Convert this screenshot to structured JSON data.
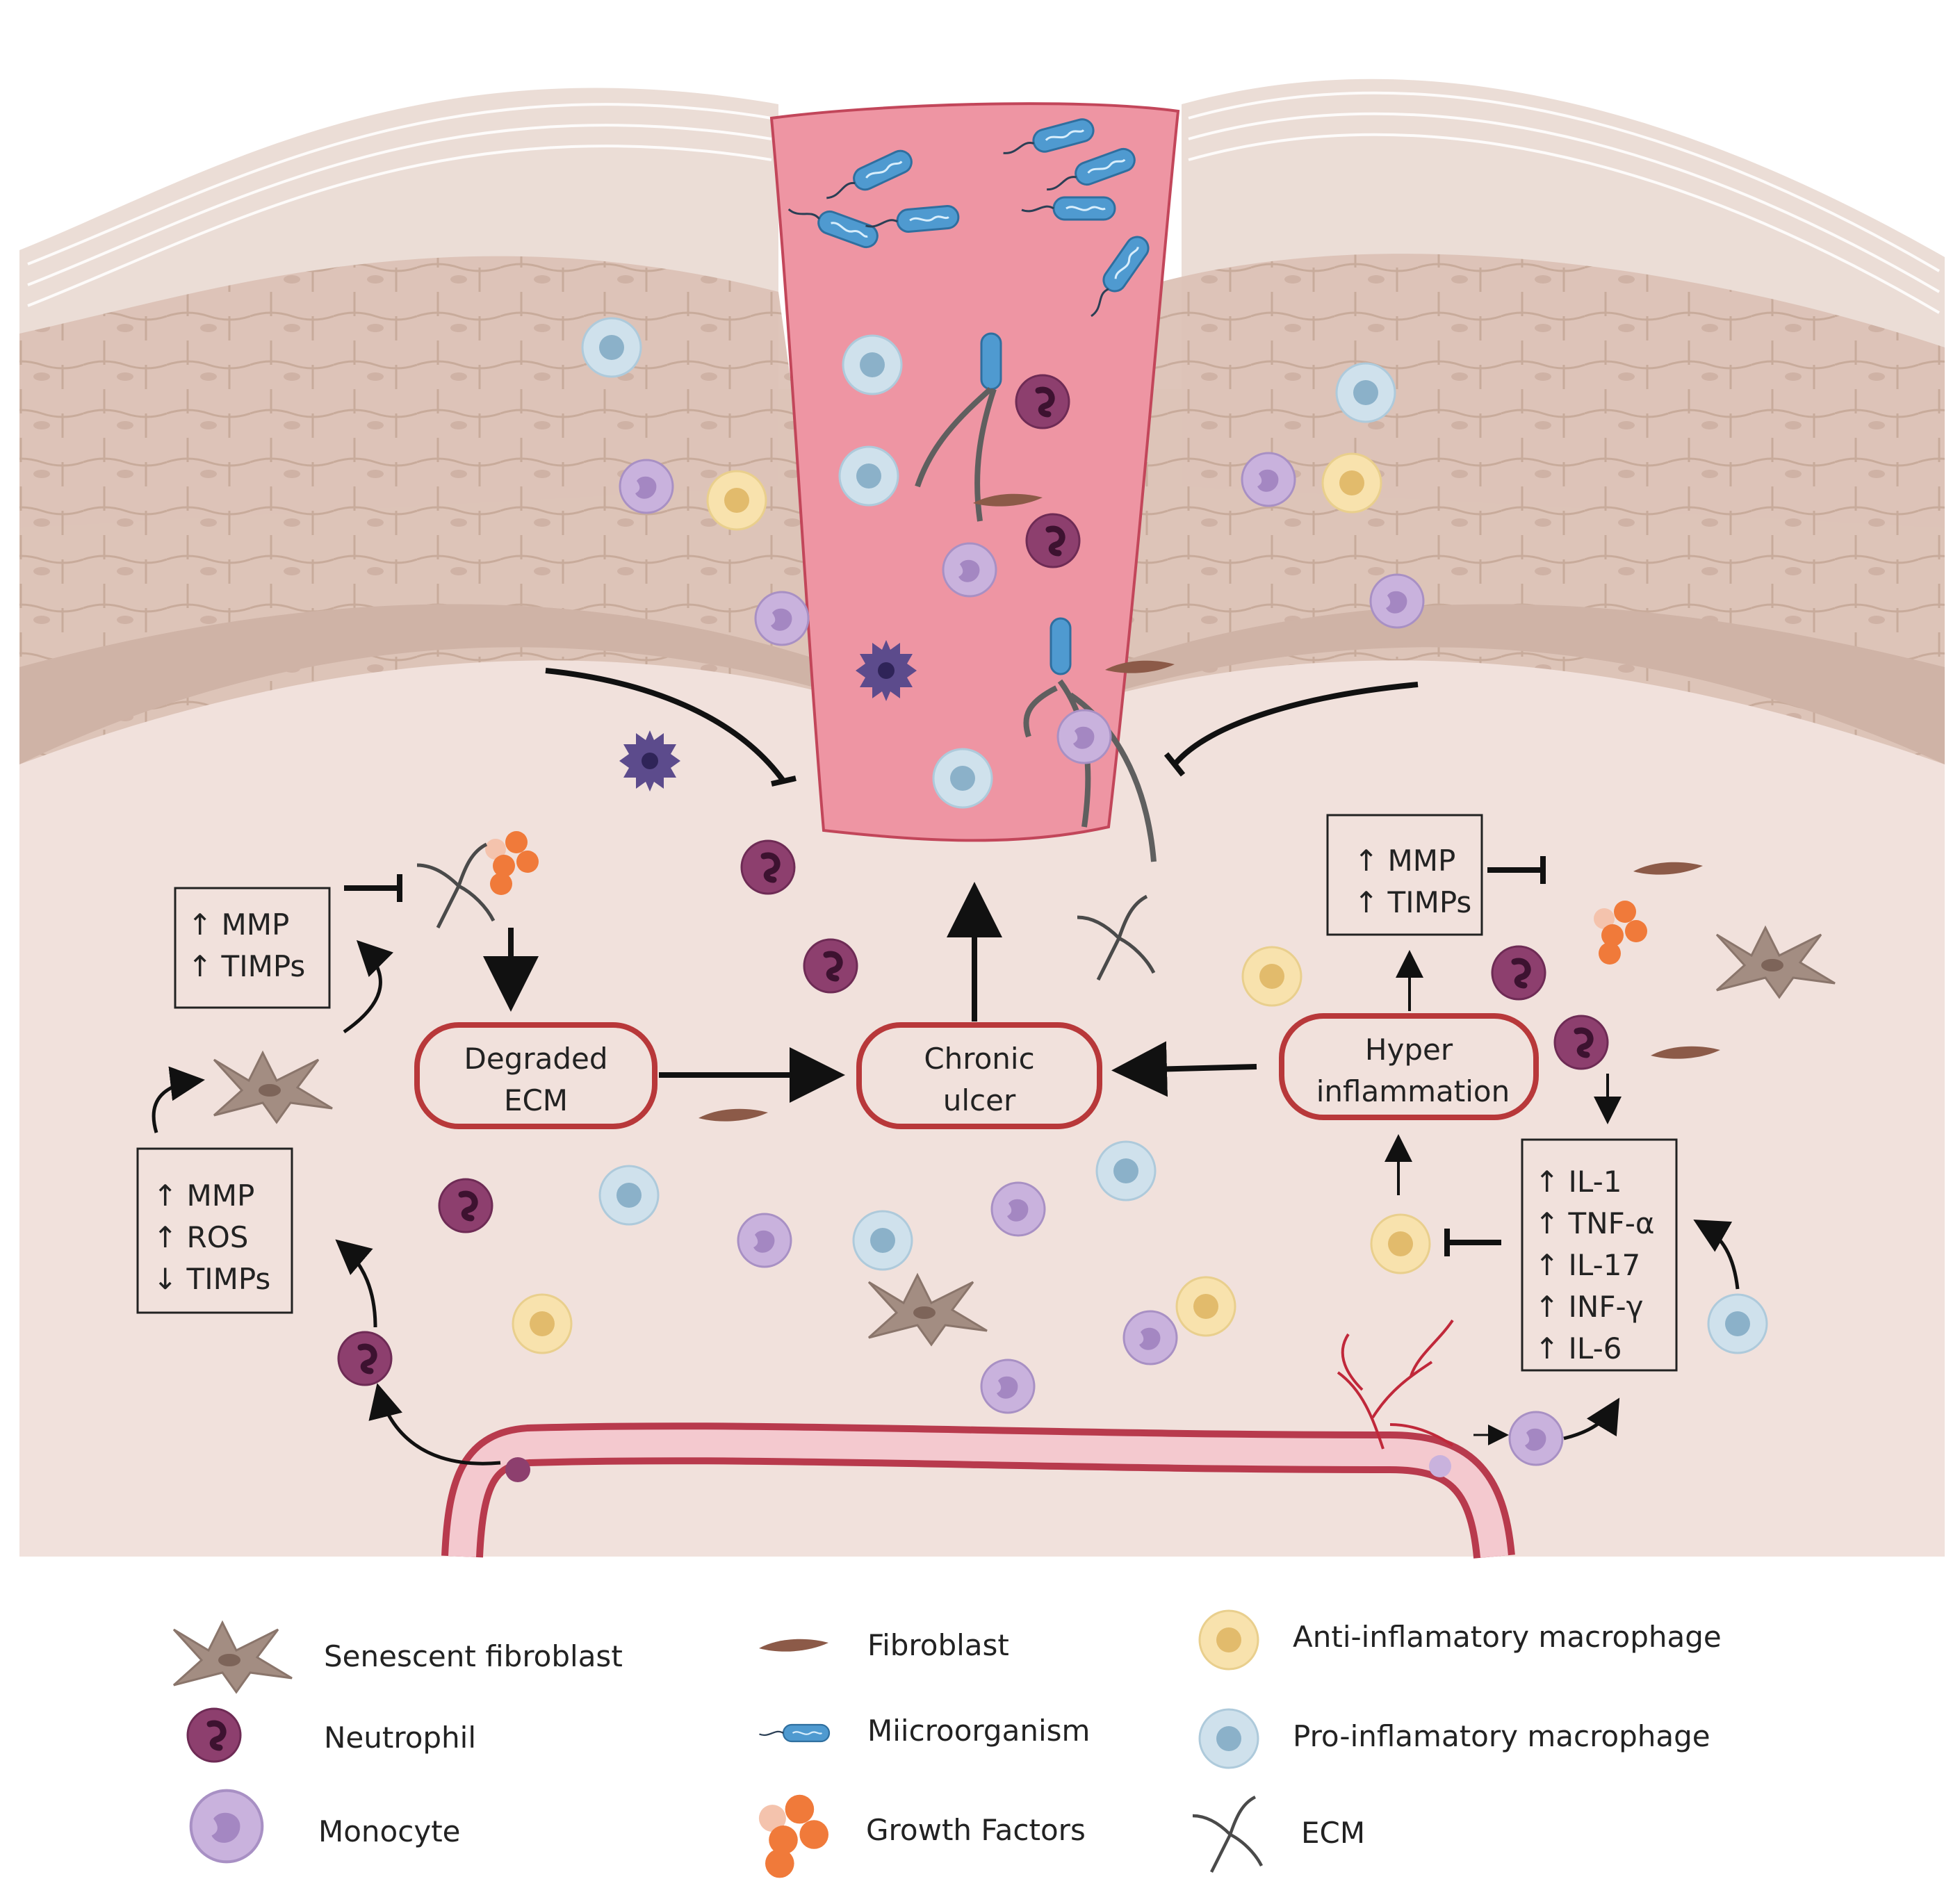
{
  "nodes": {
    "degraded_ecm": [
      "Degraded",
      "ECM"
    ],
    "chronic_ulcer": [
      "Chronic",
      "ulcer"
    ],
    "hyper_inflammation": [
      "Hyper",
      "inflammation"
    ]
  },
  "boxes": {
    "left_upper": [
      "↑ MMP",
      "↑ TIMPs"
    ],
    "left_lower": [
      "↑ MMP",
      "↑ ROS",
      "↓ TIMPs"
    ],
    "right_upper": [
      "↑ MMP",
      "↑ TIMPs"
    ],
    "cytokines": [
      "↑ IL-1",
      "↑ TNF-α",
      "↑ IL-17",
      "↑ INF-γ",
      "↑ IL-6"
    ]
  },
  "legend": {
    "senescent_fibroblast": "Senescent fibroblast",
    "neutrophil": "Neutrophil",
    "monocyte": "Monocyte",
    "fibroblast": "Fibroblast",
    "microorganism": "Miicroorganism",
    "growth_factors": "Growth Factors",
    "anti_macrophage": "Anti-inflamatory macrophage",
    "pro_macrophage": "Pro-inflamatory macrophage",
    "ecm": "ECM"
  },
  "colors": {
    "dermis": "#f1e1dc",
    "ulcer": "#ee95a3",
    "ulcer_edge": "#c2465a",
    "node_border": "#b8383a",
    "neutrophil": "#8d3f6e",
    "monocyte": "#c9b2dd",
    "anti_macrophage": "#f8e2ad",
    "pro_macrophage": "#cfe1ec",
    "growth_factor": "#f07a3a",
    "microorganism": "#4f9ad0",
    "senescent_fibroblast": "#a38d82",
    "fibroblast": "#8c5a48"
  }
}
